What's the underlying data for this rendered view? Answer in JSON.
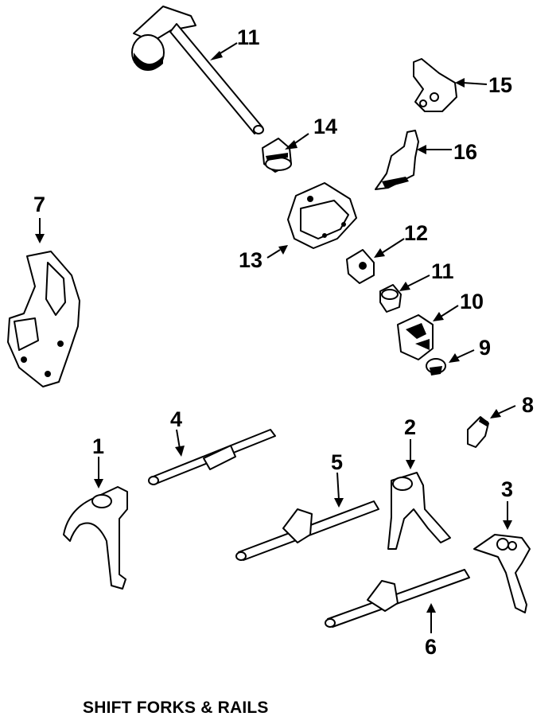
{
  "caption": "SHIFT FORKS & RAILS",
  "callouts": {
    "c1": "1",
    "c2": "2",
    "c3": "3",
    "c4": "4",
    "c5": "5",
    "c6": "6",
    "c7": "7",
    "c8": "8",
    "c9": "9",
    "c10": "10",
    "c11a": "11",
    "c11b": "11",
    "c12": "12",
    "c13": "13",
    "c14": "14",
    "c15": "15",
    "c16": "16"
  }
}
